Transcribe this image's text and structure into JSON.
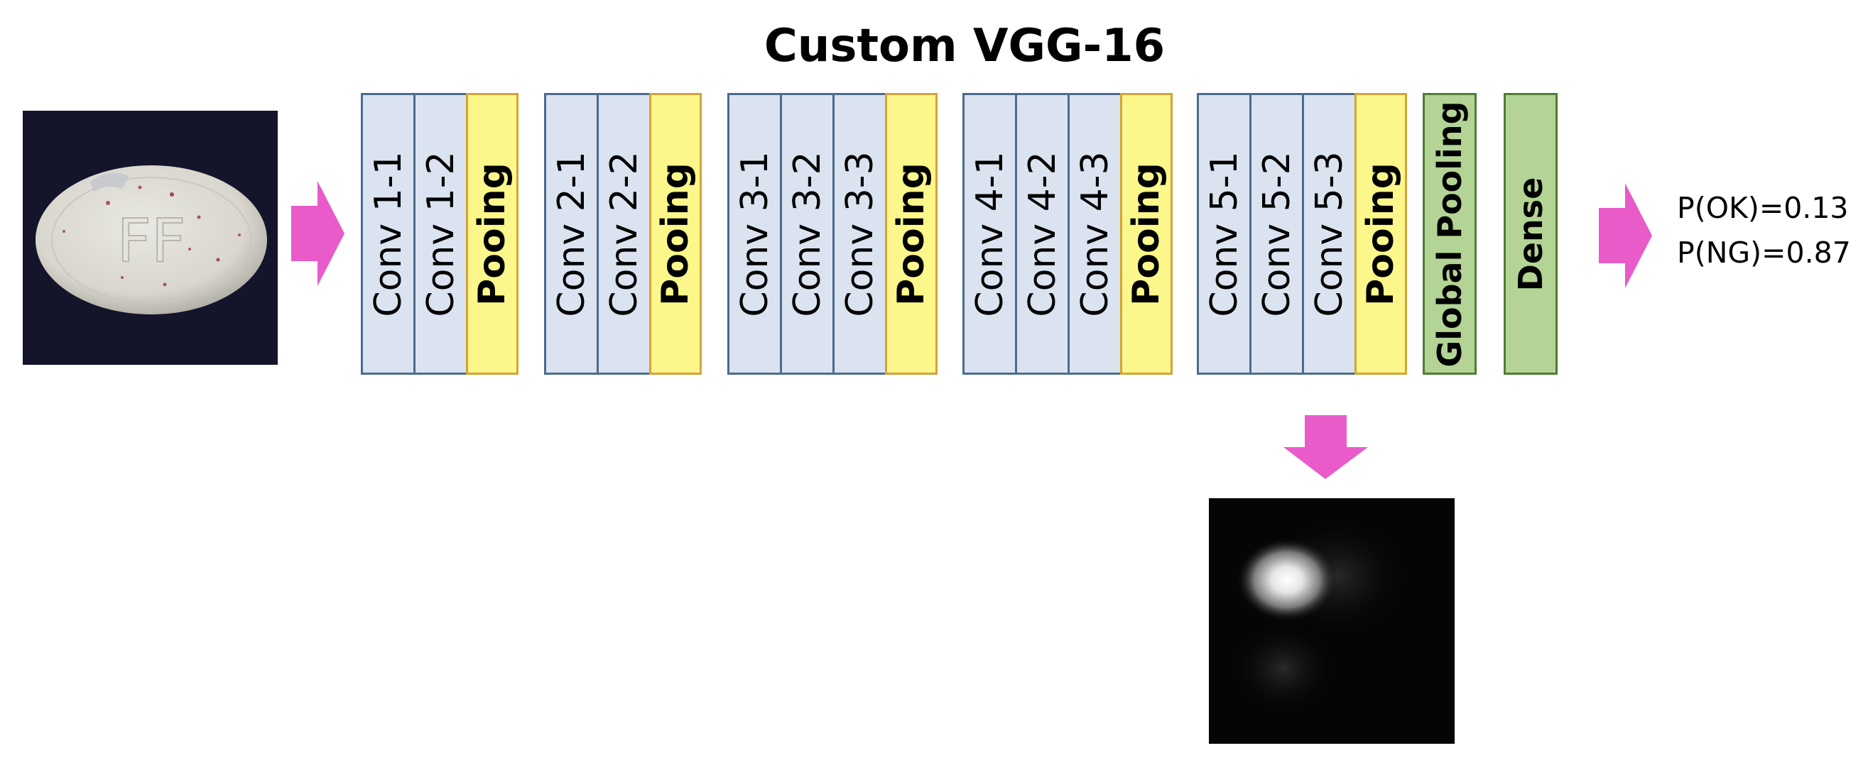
{
  "title": "Custom VGG-16",
  "colors": {
    "arrow": "#e85bc8",
    "conv_fill": "#dbe3f0",
    "conv_border": "#4a6b8f",
    "pool_fill": "#fbf78a",
    "pool_border": "#d6a238",
    "dense_fill": "#b3d494",
    "dense_border": "#4d7d34"
  },
  "images": {
    "input": "pill-tablet-image",
    "output": "activation-heatmap-image",
    "input_embossed_text": "FF"
  },
  "blocks": [
    {
      "layers": [
        "Conv 1-1",
        "Conv 1-2"
      ],
      "pool": "Pooing"
    },
    {
      "layers": [
        "Conv 2-1",
        "Conv 2-2"
      ],
      "pool": "Pooing"
    },
    {
      "layers": [
        "Conv 3-1",
        "Conv 3-2",
        "Conv 3-3"
      ],
      "pool": "Pooing"
    },
    {
      "layers": [
        "Conv 4-1",
        "Conv 4-2",
        "Conv 4-3"
      ],
      "pool": "Pooing"
    },
    {
      "layers": [
        "Conv 5-1",
        "Conv 5-2",
        "Conv 5-3"
      ],
      "pool": "Pooing"
    }
  ],
  "global_pooling": "Global Pooling",
  "dense": "Dense",
  "outputs": [
    "P(OK)=0.13",
    "P(NG)=0.87"
  ]
}
